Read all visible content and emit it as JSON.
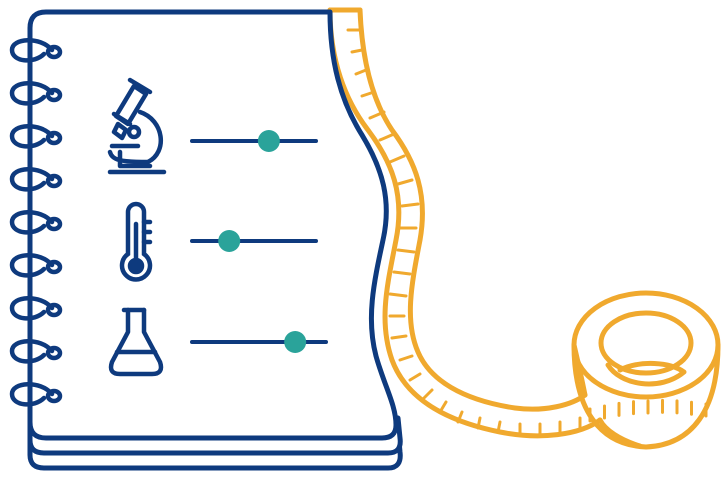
{
  "colors": {
    "navy": "#0e3a7e",
    "gold": "#f0a92e",
    "teal": "#2aa39a",
    "background": "#ffffff"
  },
  "icons": [
    "microscope-icon",
    "thermometer-icon",
    "flask-icon",
    "measuring-tape-icon",
    "spiral-binding-icon"
  ],
  "sliders": [
    {
      "name": "microscope-slider",
      "icon": "microscope-icon",
      "value": 0.62
    },
    {
      "name": "thermometer-slider",
      "icon": "thermometer-icon",
      "value": 0.3
    },
    {
      "name": "flask-slider",
      "icon": "flask-icon",
      "value": 0.77
    }
  ]
}
